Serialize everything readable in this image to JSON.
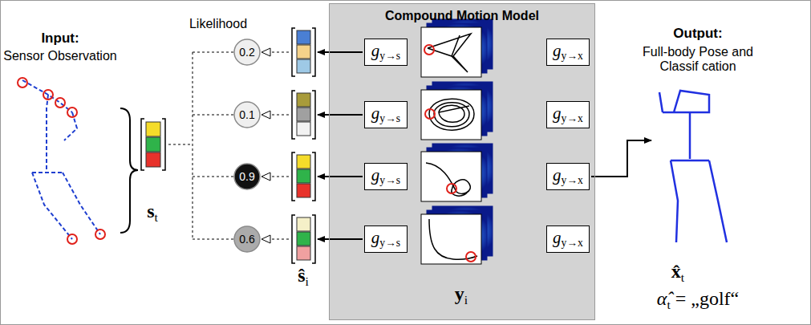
{
  "diagram": {
    "nodes": [
      {
        "text": [
          "0.2"
        ]
      },
      {
        "text": [
          "0.1"
        ]
      },
      {
        "text": [
          "0.9"
        ]
      },
      {
        "text": [
          "0.6"
        ]
      },
      {
        "text": [
          "Compound Motion Model"
        ]
      },
      {
        "text": [
          "gy→s"
        ],
        "in": 4
      },
      {
        "text": [
          "gy→x"
        ],
        "in": 4
      },
      {
        "text": [
          "gy→s"
        ],
        "in": 4
      },
      {
        "text": [
          "gy→x"
        ],
        "in": 4
      },
      {
        "text": [
          "gy→s"
        ],
        "in": 4
      },
      {
        "text": [
          "gy→x"
        ],
        "in": 4
      },
      {
        "text": [
          "gy→s"
        ],
        "in": 4
      },
      {
        "text": [
          "gy→x"
        ],
        "in": 4
      }
    ],
    "labels": [
      "Input:",
      "Sensor Observation",
      "Likelihood",
      "st",
      "ŝi",
      "yi",
      "Output:",
      "Full-body Pose and Classif cation",
      "x̂t",
      "α̂t = „golf“"
    ]
  }
}
